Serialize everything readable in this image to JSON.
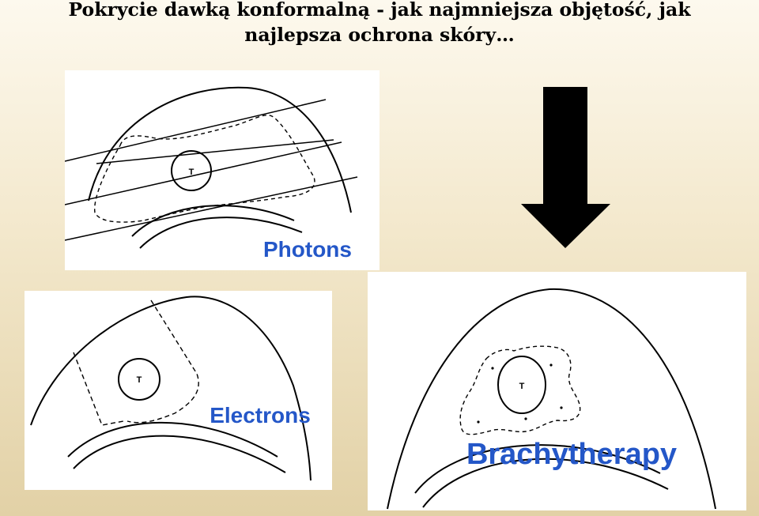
{
  "title": {
    "line1": "Pokrycie dawką konformalną - jak najmniejsza objętość, jak",
    "line2": "najlepsza ochrona skóry…"
  },
  "panels": {
    "photons": {
      "label": "Photons",
      "tumor": "T"
    },
    "electrons": {
      "label": "Electrons",
      "tumor": "T"
    },
    "brachytherapy": {
      "label": "Brachytherapy",
      "tumor": "T"
    }
  },
  "colors": {
    "label": "#2457c8",
    "arrow": "#000000"
  },
  "icons": {
    "arrow": "down-arrow-icon"
  }
}
